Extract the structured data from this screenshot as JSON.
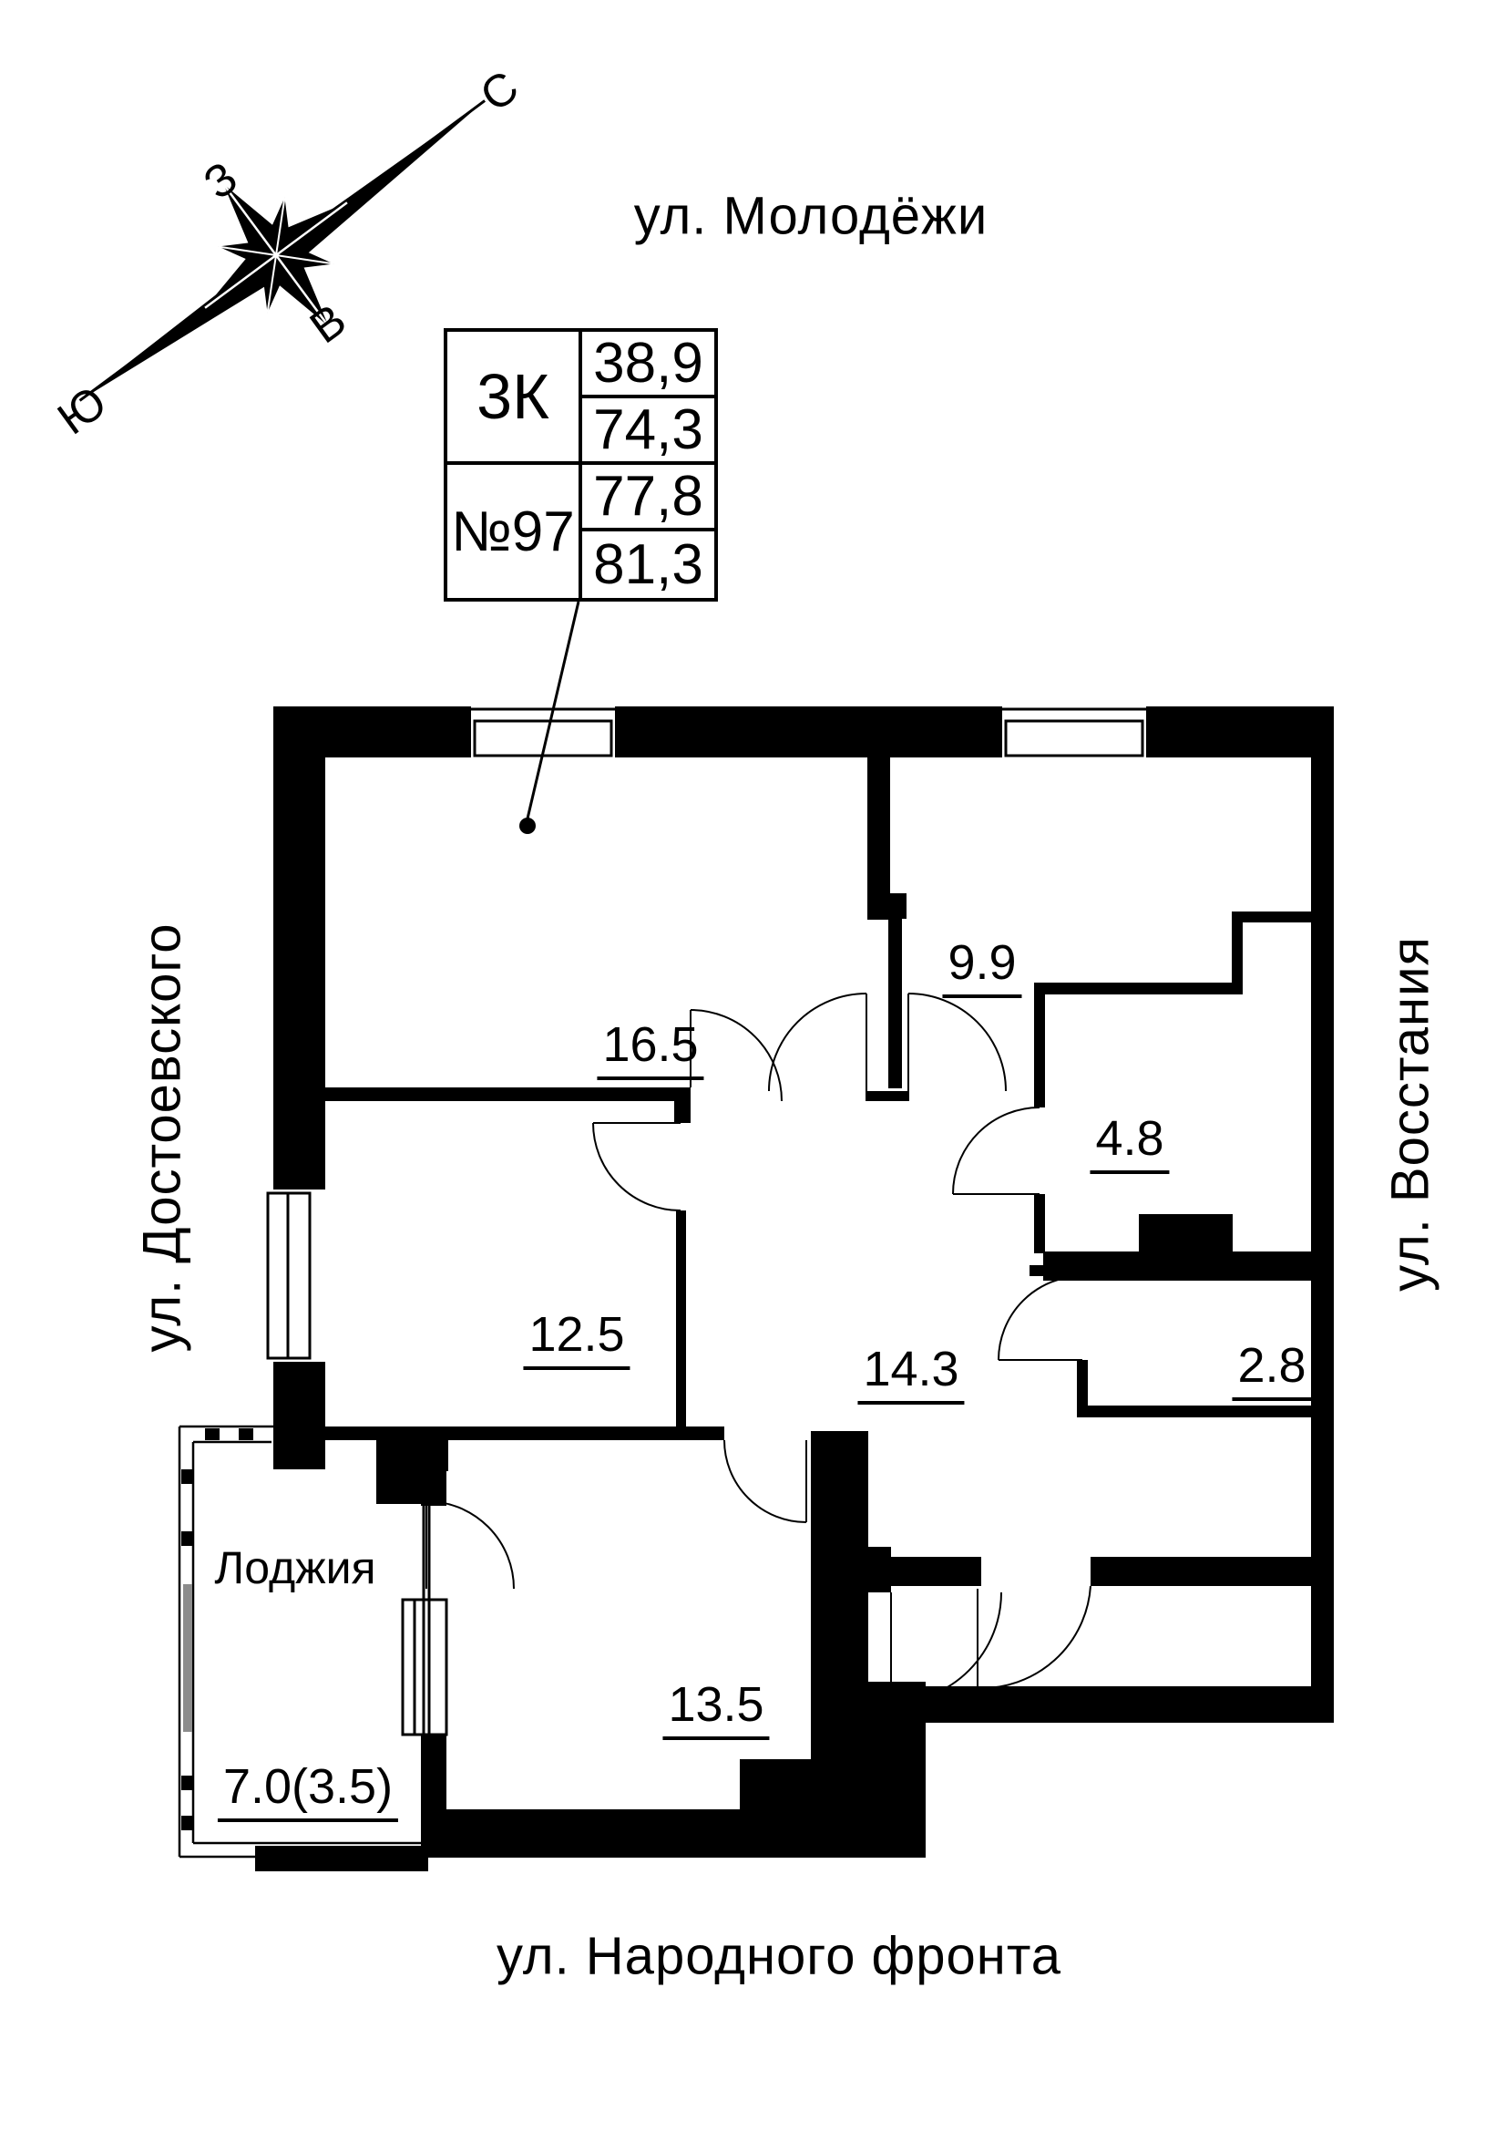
{
  "colors": {
    "ink": "#000000",
    "paper": "#ffffff",
    "glazing_shade": "#8c8c8c"
  },
  "compass": {
    "north": "С",
    "west": "З",
    "east": "В",
    "south": "Ю"
  },
  "streets": {
    "top": "ул. Молодёжи",
    "left": "ул. Достоевского",
    "right": "ул. Восстания",
    "bottom": "ул. Народного фронта"
  },
  "title_block": {
    "apartment_type": "3К",
    "apartment_number": "№97",
    "areas": [
      "38,9",
      "74,3",
      "77,8",
      "81,3"
    ]
  },
  "rooms": [
    {
      "name": "room-16-5",
      "area": "16.5"
    },
    {
      "name": "room-9-9",
      "area": "9.9"
    },
    {
      "name": "room-4-8",
      "area": "4.8"
    },
    {
      "name": "room-12-5",
      "area": "12.5"
    },
    {
      "name": "hall-14-3",
      "area": "14.3"
    },
    {
      "name": "room-2-8",
      "area": "2.8"
    },
    {
      "name": "room-13-5",
      "area": "13.5"
    }
  ],
  "loggia": {
    "name": "Лоджия",
    "area": "7.0(3.5)"
  }
}
